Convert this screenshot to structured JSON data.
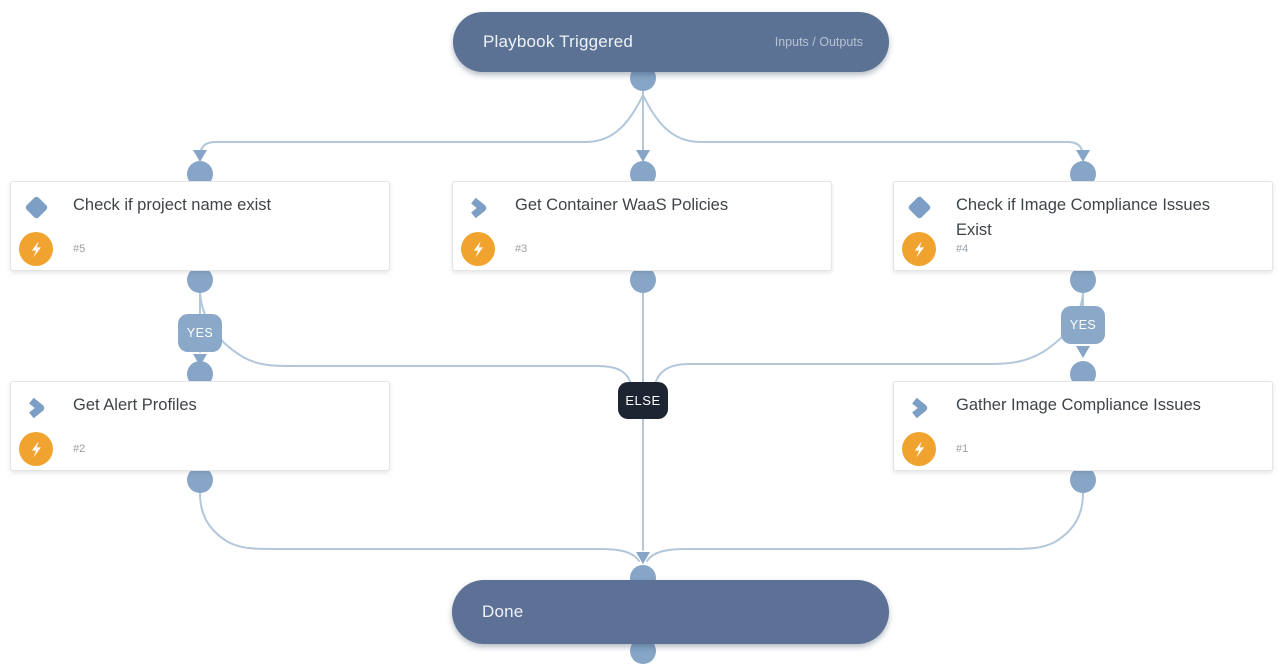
{
  "diagram": {
    "trigger": {
      "title": "Playbook Triggered",
      "link_label": "Inputs / Outputs"
    },
    "tasks": [
      {
        "id": "check-project-name",
        "title": "Check if project name exist",
        "num": "#5",
        "type": "condition"
      },
      {
        "id": "get-container-waas-policies",
        "title": "Get Container WaaS Policies",
        "num": "#3",
        "type": "task"
      },
      {
        "id": "check-image-compliance",
        "title": "Check if Image Compliance Issues Exist",
        "num": "#4",
        "type": "condition"
      },
      {
        "id": "get-alert-profiles",
        "title": "Get Alert Profiles",
        "num": "#2",
        "type": "task"
      },
      {
        "id": "gather-image-compliance",
        "title": "Gather Image Compliance Issues",
        "num": "#1",
        "type": "task"
      }
    ],
    "labels": {
      "yes_left": "YES",
      "yes_right": "YES",
      "else": "ELSE"
    },
    "end": {
      "title": "Done"
    },
    "colors": {
      "trigger_bg": "#5b7294",
      "done_bg": "#5d7095",
      "edge_line": "#b3c7db",
      "edge_dot": "#87a6c7",
      "accent_icon": "#7d9fc5",
      "bolt_bg": "#f0a42f",
      "yes_badge": "#8aa8c7",
      "else_badge": "#1d2532"
    }
  }
}
